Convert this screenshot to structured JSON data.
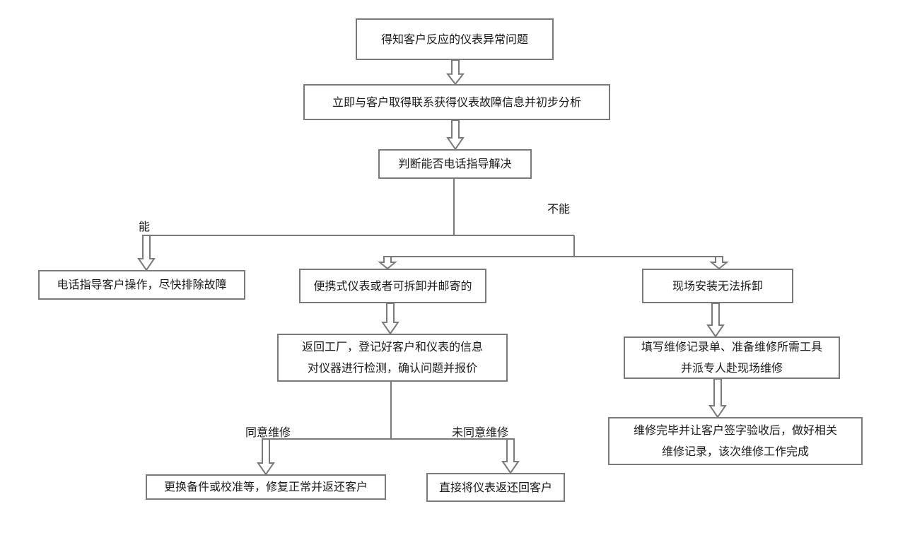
{
  "nodes": {
    "n1": {
      "lines": [
        "得知客户反应的仪表异常问题"
      ]
    },
    "n2": {
      "lines": [
        "立即与客户取得联系获得仪表故障信息并初步分析"
      ]
    },
    "n3": {
      "lines": [
        "判断能否电话指导解决"
      ]
    },
    "n4": {
      "lines": [
        "电话指导客户操作，尽快排除故障"
      ]
    },
    "n5": {
      "lines": [
        "便携式仪表或者可拆卸并邮寄的"
      ]
    },
    "n6": {
      "lines": [
        "现场安装无法拆卸"
      ]
    },
    "n7": {
      "lines": [
        "返回工厂，登记好客户和仪表的信息",
        "对仪器进行检测，确认问题并报价"
      ]
    },
    "n8": {
      "lines": [
        "填写维修记录单、准备维修所需工具",
        "并派专人赴现场维修"
      ]
    },
    "n9": {
      "lines": [
        "维修完毕并让客户签字验收后，做好相关",
        "维修记录，该次维修工作完成"
      ]
    },
    "n10": {
      "lines": [
        "更换备件或校准等，修复正常并返还客户"
      ]
    },
    "n11": {
      "lines": [
        "直接将仪表返还回客户"
      ]
    }
  },
  "edge_labels": {
    "can": "能",
    "cannot": "不能",
    "agree": "同意维修",
    "disagree": "未同意维修"
  },
  "colors": {
    "line": "#7a7a7a",
    "text": "#1a1a1a",
    "background": "#ffffff"
  }
}
